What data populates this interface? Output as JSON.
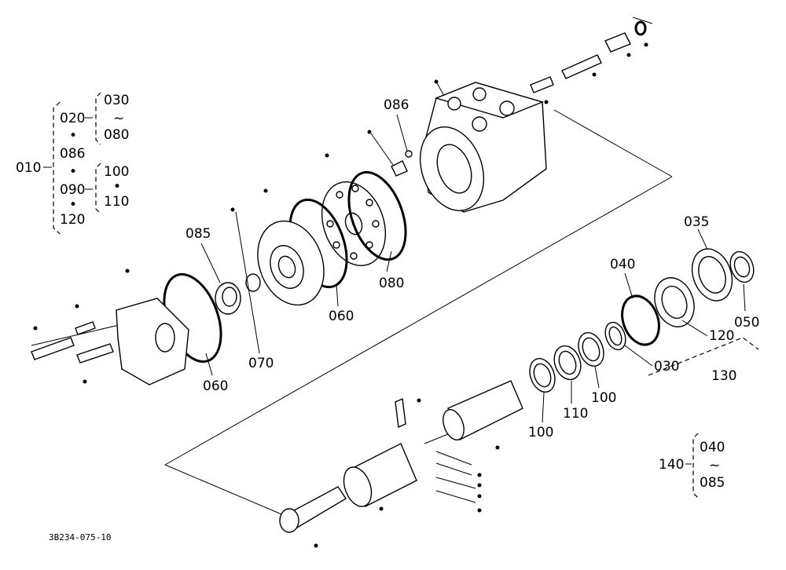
{
  "labels": {
    "l010": "010",
    "l020": "020",
    "l030": "030",
    "l080a": "080",
    "l086a": "086",
    "l090": "090",
    "l100a": "100",
    "l110a": "110",
    "l120a": "120",
    "tilde1": "~",
    "tilde2": "~",
    "dot1": "•",
    "dot2": "•",
    "dot3": "•",
    "dot4": "•",
    "l086b": "086",
    "l085": "085",
    "l070": "070",
    "l060a": "060",
    "l060b": "060",
    "l080b": "080",
    "l035": "035",
    "l040": "040",
    "l050": "050",
    "l120b": "120",
    "l030b": "030",
    "l130": "130",
    "l100b": "100",
    "l110b": "110",
    "l100c": "100",
    "l140": "140",
    "l040b": "040",
    "l085b": "085",
    "tilde3": "~"
  },
  "drawing_code": "3B234-075-10"
}
